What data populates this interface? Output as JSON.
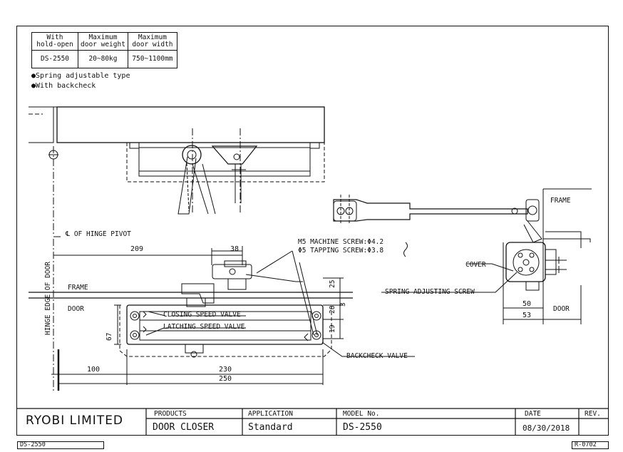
{
  "spec_table": {
    "headers": [
      "With\nhold-open",
      "Maximum\ndoor weight",
      "Maximum\ndoor width"
    ],
    "row": [
      "DS-2550",
      "20~80kg",
      "750~1100mm"
    ]
  },
  "notes": [
    "●Spring adjustable type",
    "●With backcheck"
  ],
  "labels": {
    "hinge_pivot": "℄ OF HINGE PIVOT",
    "hinge_edge": "HINGE EDGE OF DOOR",
    "frame_left": "FRAME",
    "door_left": "DOOR",
    "closing_valve": "CLOSING SPEED VALVE",
    "latching_valve": "LATCHING SPEED VALVE",
    "backcheck_valve": "BACKCHECK VALVE",
    "machine_screw": "M5 MACHINE SCREW:Φ4.2",
    "tapping_screw": "Φ5 TAPPING SCREW:Φ3.8",
    "frame_right": "FRAME",
    "cover": "COVER",
    "spring_screw": "SPRING ADJUSTING SCREW",
    "door_right": "DOOR"
  },
  "dimensions": {
    "d209": "209",
    "d38": "38",
    "d25": "25",
    "d28": "28",
    "d3": "3",
    "d19": "19",
    "d67": "67",
    "d100": "100",
    "d230": "230",
    "d250": "250",
    "d50": "50",
    "d53": "53"
  },
  "title_block": {
    "company": "RYOBI LIMITED",
    "products_hdr": "PRODUCTS",
    "products_val": "DOOR CLOSER",
    "application_hdr": "APPLICATION",
    "application_val": "Standard",
    "model_hdr": "MODEL No.",
    "model_val": "DS-2550",
    "date_hdr": "DATE",
    "date_val": "08/30/2018",
    "rev_hdr": "REV."
  },
  "footer": {
    "left": "DS-2550",
    "right": "R-0702"
  }
}
